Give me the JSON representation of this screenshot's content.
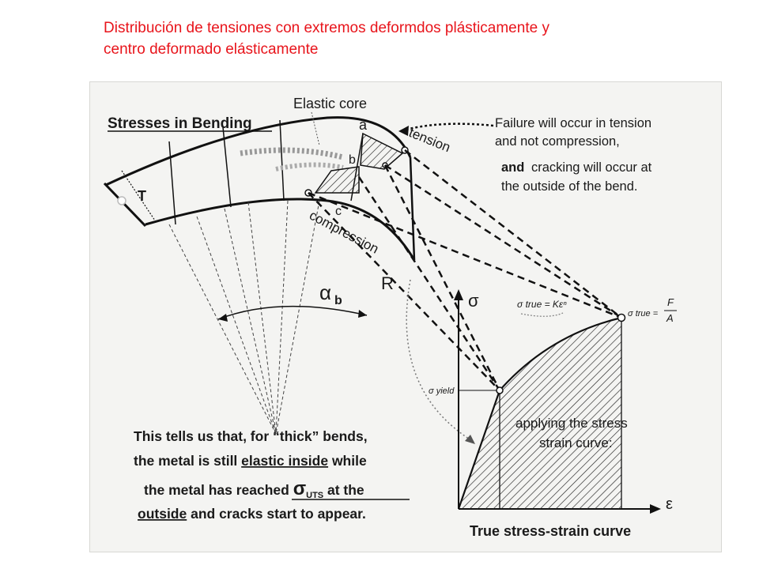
{
  "caption": {
    "line1": "Distribución de tensiones con extremos deformdos plásticamente y",
    "line2": "centro deformado elásticamente"
  },
  "figure": {
    "title": "Stresses in Bending",
    "elastic_core_label": "Elastic core",
    "label_a": "a",
    "label_b": "b",
    "label_c": "c",
    "label_T": "T",
    "label_R": "R",
    "tension_label": "tension",
    "compression_label": "compression",
    "alpha_symbol": "α",
    "alpha_subscript": "b",
    "failure_note": {
      "line1": "Failure will occur in tension",
      "line2": "and not compression,",
      "line3_bold": "and",
      "line3_rest": "cracking will occur at",
      "line4": "the outside of the bend."
    },
    "conclusion": {
      "line1": "This tells us that, for “thick” bends,",
      "line2_pre": "the metal is still ",
      "line2_underlined": "elastic inside",
      "line2_post": " while",
      "line3_pre": "the metal has reached ",
      "line3_sigma": "σ",
      "line3_sub": "UTS",
      "line3_post": " at the",
      "line4_underlined": "outside",
      "line4_post": " and cracks start to appear."
    },
    "graph": {
      "y_axis_symbol": "σ",
      "x_axis_symbol": "ε",
      "sigma_true_power": "σ true = Kεⁿ",
      "sigma_true_fa": "σ true =",
      "f_over": "F",
      "a_under": "A",
      "sigma_yield": "σ yield",
      "applying_line1": "applying the stress",
      "applying_line2": "strain curve:",
      "curve_title": "True stress-strain curve"
    }
  }
}
